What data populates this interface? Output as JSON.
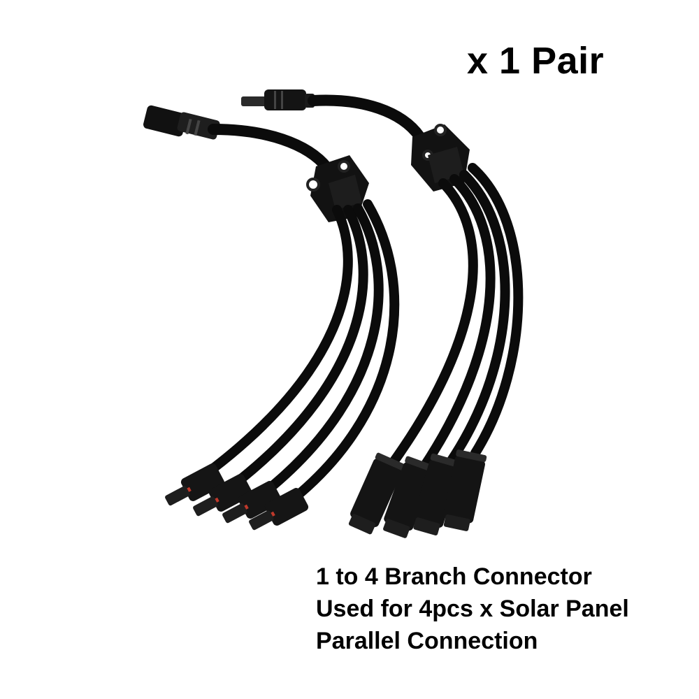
{
  "quantity_label": "x 1 Pair",
  "caption": {
    "line1": "1 to 4 Branch Connector",
    "line2": "Used for 4pcs x Solar Panel",
    "line3": "Parallel Connection"
  },
  "colors": {
    "background": "#ffffff",
    "text": "#000000",
    "cable": "#0b0b0b",
    "connector_accent": "#c0392b"
  },
  "photo_subject": "two solar branch connector cables (1 to 4)"
}
